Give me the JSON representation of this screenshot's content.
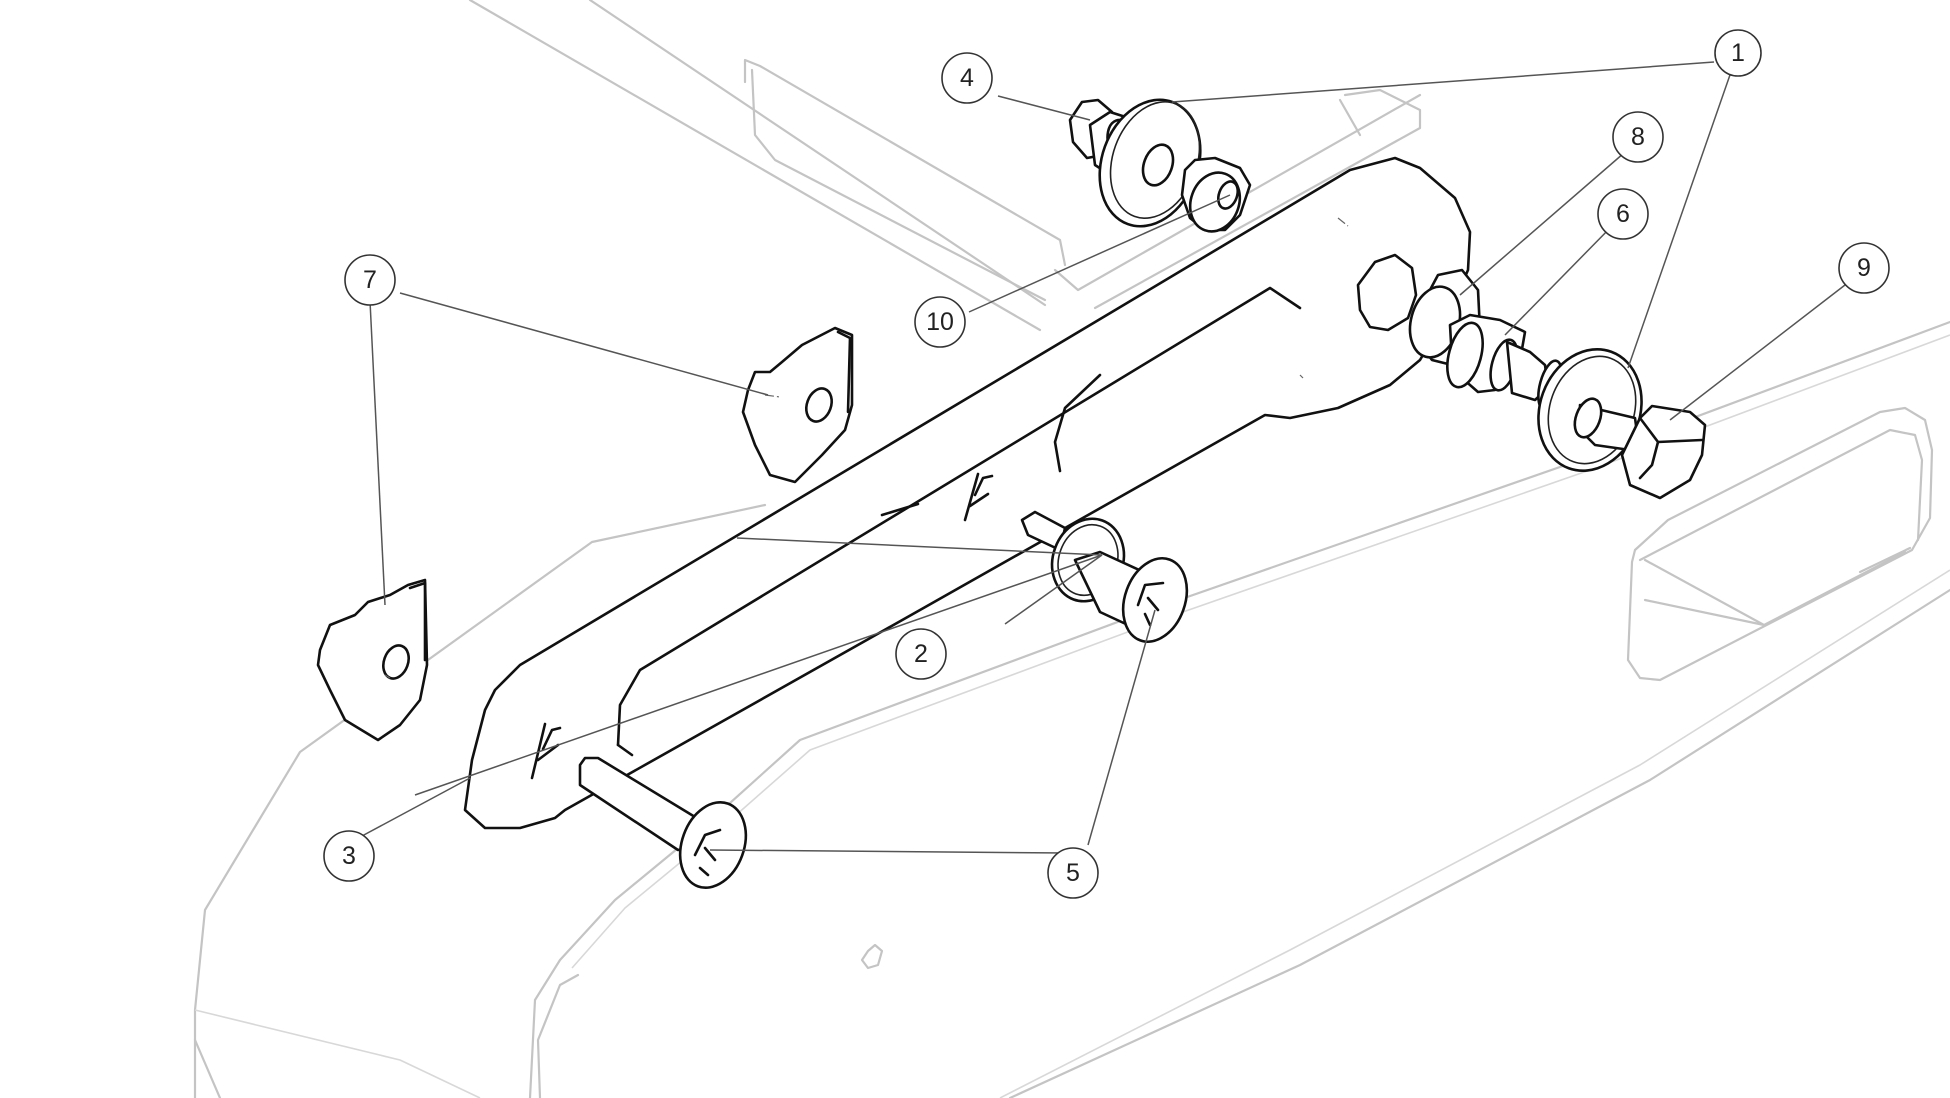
{
  "diagram": {
    "type": "exploded-parts-assembly",
    "callouts": [
      {
        "id": "callout-1",
        "number": "1"
      },
      {
        "id": "callout-2",
        "number": "2"
      },
      {
        "id": "callout-3",
        "number": "3"
      },
      {
        "id": "callout-4",
        "number": "4"
      },
      {
        "id": "callout-5",
        "number": "5"
      },
      {
        "id": "callout-6",
        "number": "6"
      },
      {
        "id": "callout-7",
        "number": "7"
      },
      {
        "id": "callout-8",
        "number": "8"
      },
      {
        "id": "callout-9",
        "number": "9"
      },
      {
        "id": "callout-10",
        "number": "10"
      }
    ]
  }
}
